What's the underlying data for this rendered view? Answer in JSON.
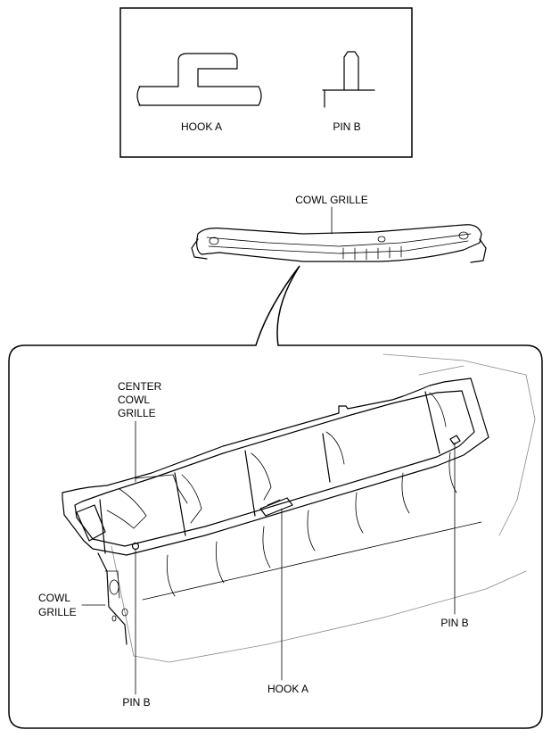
{
  "legend": {
    "hook_label": "HOOK A",
    "pin_label": "PIN B"
  },
  "overview": {
    "label": "COWL GRILLE"
  },
  "detail": {
    "center_label_lines": [
      "CENTER",
      "COWL",
      "GRILLE"
    ],
    "cowl_label_lines": [
      "COWL",
      "GRILLE"
    ],
    "pin_b_right": "PIN B",
    "pin_b_left": "PIN B",
    "hook_a": "HOOK A"
  }
}
